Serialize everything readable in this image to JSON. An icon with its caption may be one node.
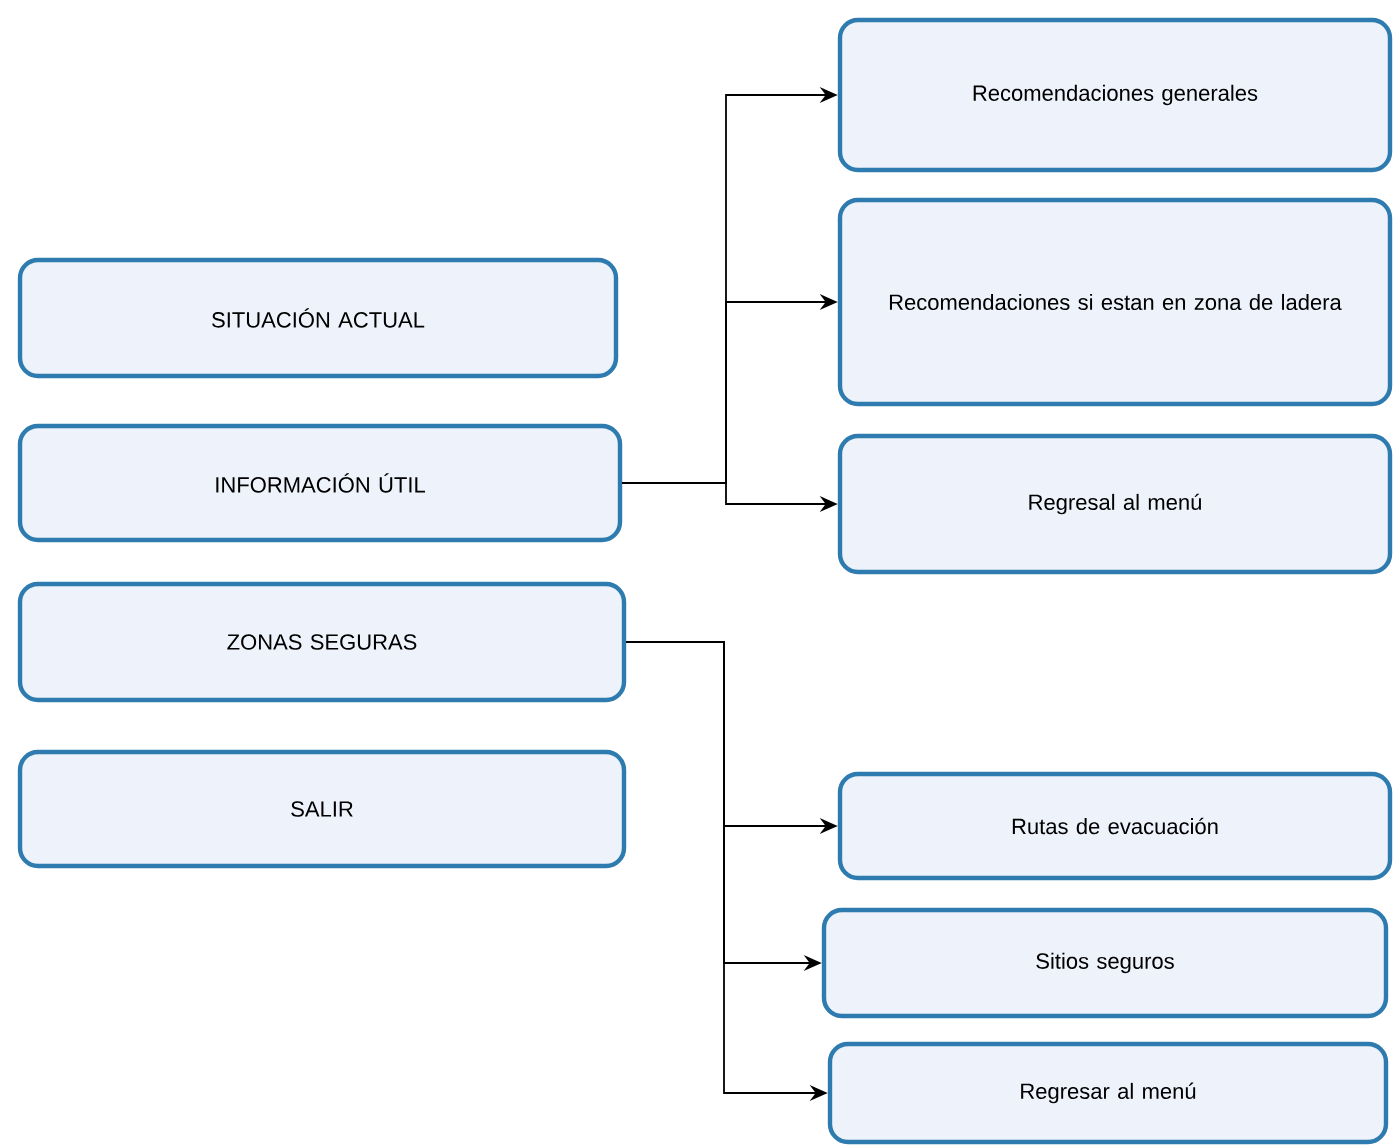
{
  "diagram": {
    "nodes": [
      {
        "text": [
          "SITUACIÓN ACTUAL"
        ]
      },
      {
        "text": [
          "INFORMACIÓN ÚTIL"
        ]
      },
      {
        "text": [
          "ZONAS SEGURAS"
        ]
      },
      {
        "text": [
          "SALIR"
        ]
      },
      {
        "text": [
          "Recomendaciones generales"
        ]
      },
      {
        "text": [
          "Recomendaciones si estan en zona de ladera"
        ]
      },
      {
        "text": [
          "Regresal al menú"
        ]
      },
      {
        "text": [
          "Rutas de evacuación"
        ]
      },
      {
        "text": [
          "Sitios seguros"
        ]
      },
      {
        "text": [
          "Regresar al menú"
        ]
      }
    ],
    "edges": [
      {
        "from": 1,
        "to": 4,
        "arrow": "to"
      },
      {
        "from": 1,
        "to": 5,
        "arrow": "to"
      },
      {
        "from": 1,
        "to": 6,
        "arrow": "to"
      },
      {
        "from": 2,
        "to": 7,
        "arrow": "to"
      },
      {
        "from": 2,
        "to": 8,
        "arrow": "to"
      },
      {
        "from": 2,
        "to": 9,
        "arrow": "to"
      }
    ]
  }
}
